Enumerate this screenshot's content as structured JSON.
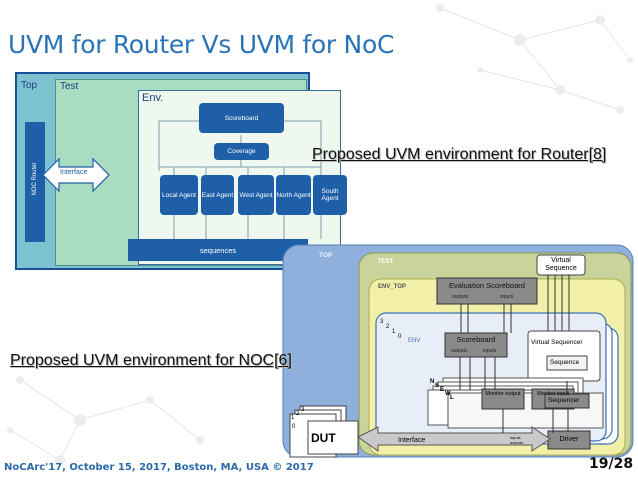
{
  "slide": {
    "title": "UVM for Router  Vs UVM for NoC",
    "caption_router": "Proposed UVM environment for Router[8]",
    "caption_noc": "Proposed UVM environment for NOC[6]",
    "footer": "NoCArc'17, October 15, 2017, Boston, MA, USA © 2017",
    "page_number": "19/28"
  },
  "router_diagram": {
    "top_label": "Top",
    "test_label": "Test",
    "env_label": "Env.",
    "scoreboard": "Scoreboard",
    "coverage": "Coverage",
    "noc_router": "NOC Router",
    "interface": "Interface",
    "agents": [
      "Local Agent",
      "East Agent",
      "West Agent",
      "North Agent",
      "South Agent"
    ],
    "sequences": "sequences"
  },
  "noc_diagram": {
    "top_label": "TOP",
    "test_label": "TEST",
    "env_top_label": "ENV_TOP",
    "env_label": "ENV",
    "virtual_sequence": "Virtual Sequence",
    "evaluation_scoreboard": "Evaluation Scoreboard",
    "eval_outputs": "outputs",
    "eval_inputs": "inputs",
    "virtual_sequencer": "Virtual Sequencer",
    "scoreboard": "Scoreboard",
    "sb_outputs": "outputs",
    "sb_inputs": "inputs",
    "sequence": "Sequence",
    "sequencer": "Sequencer",
    "monitor_output": "Monitor output",
    "monitor_input": "Monitor input",
    "driver": "Driver",
    "dut": "DUT",
    "interface": "Interface",
    "interface_tag": "inputs outputs",
    "env_stack_letters": [
      "3",
      "2",
      "1",
      "0"
    ],
    "agent_stack_letters": [
      "N",
      "S",
      "E",
      "W",
      "L"
    ],
    "dut_stack_letters": [
      "3",
      "2",
      "1",
      "0"
    ]
  },
  "colors": {
    "title": "#2b73b8",
    "footer": "#2b6aa8",
    "router_box": "#1e5fa8",
    "noc_box": "#7f7f7f"
  }
}
